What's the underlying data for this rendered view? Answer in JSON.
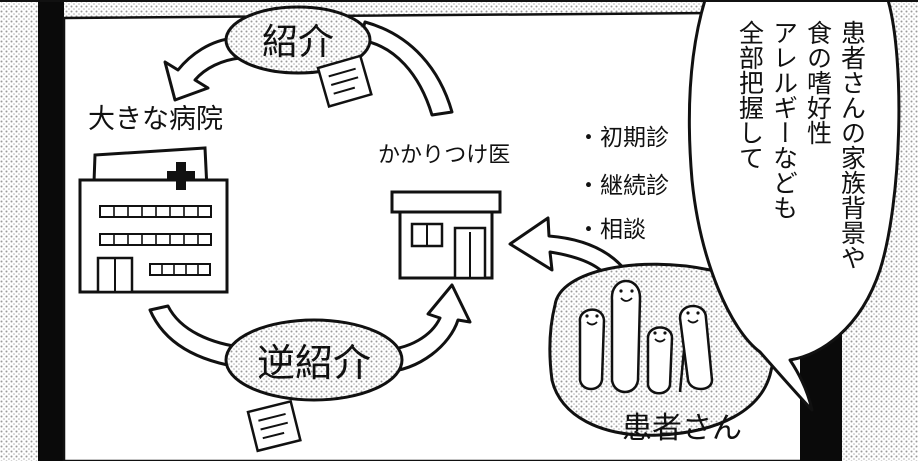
{
  "labels": {
    "referral": "紹介",
    "reverse_referral": "逆紹介",
    "big_hospital": "大きな病院",
    "family_doctor": "かかりつけ医",
    "patients": "患者さん"
  },
  "services": [
    "・初期診",
    "・継続診",
    "・相談"
  ],
  "speech_bubble": {
    "lines": [
      "患者さんの家族背景や",
      "食の嗜好性",
      "アレルギーなども",
      "全部把握して"
    ]
  }
}
